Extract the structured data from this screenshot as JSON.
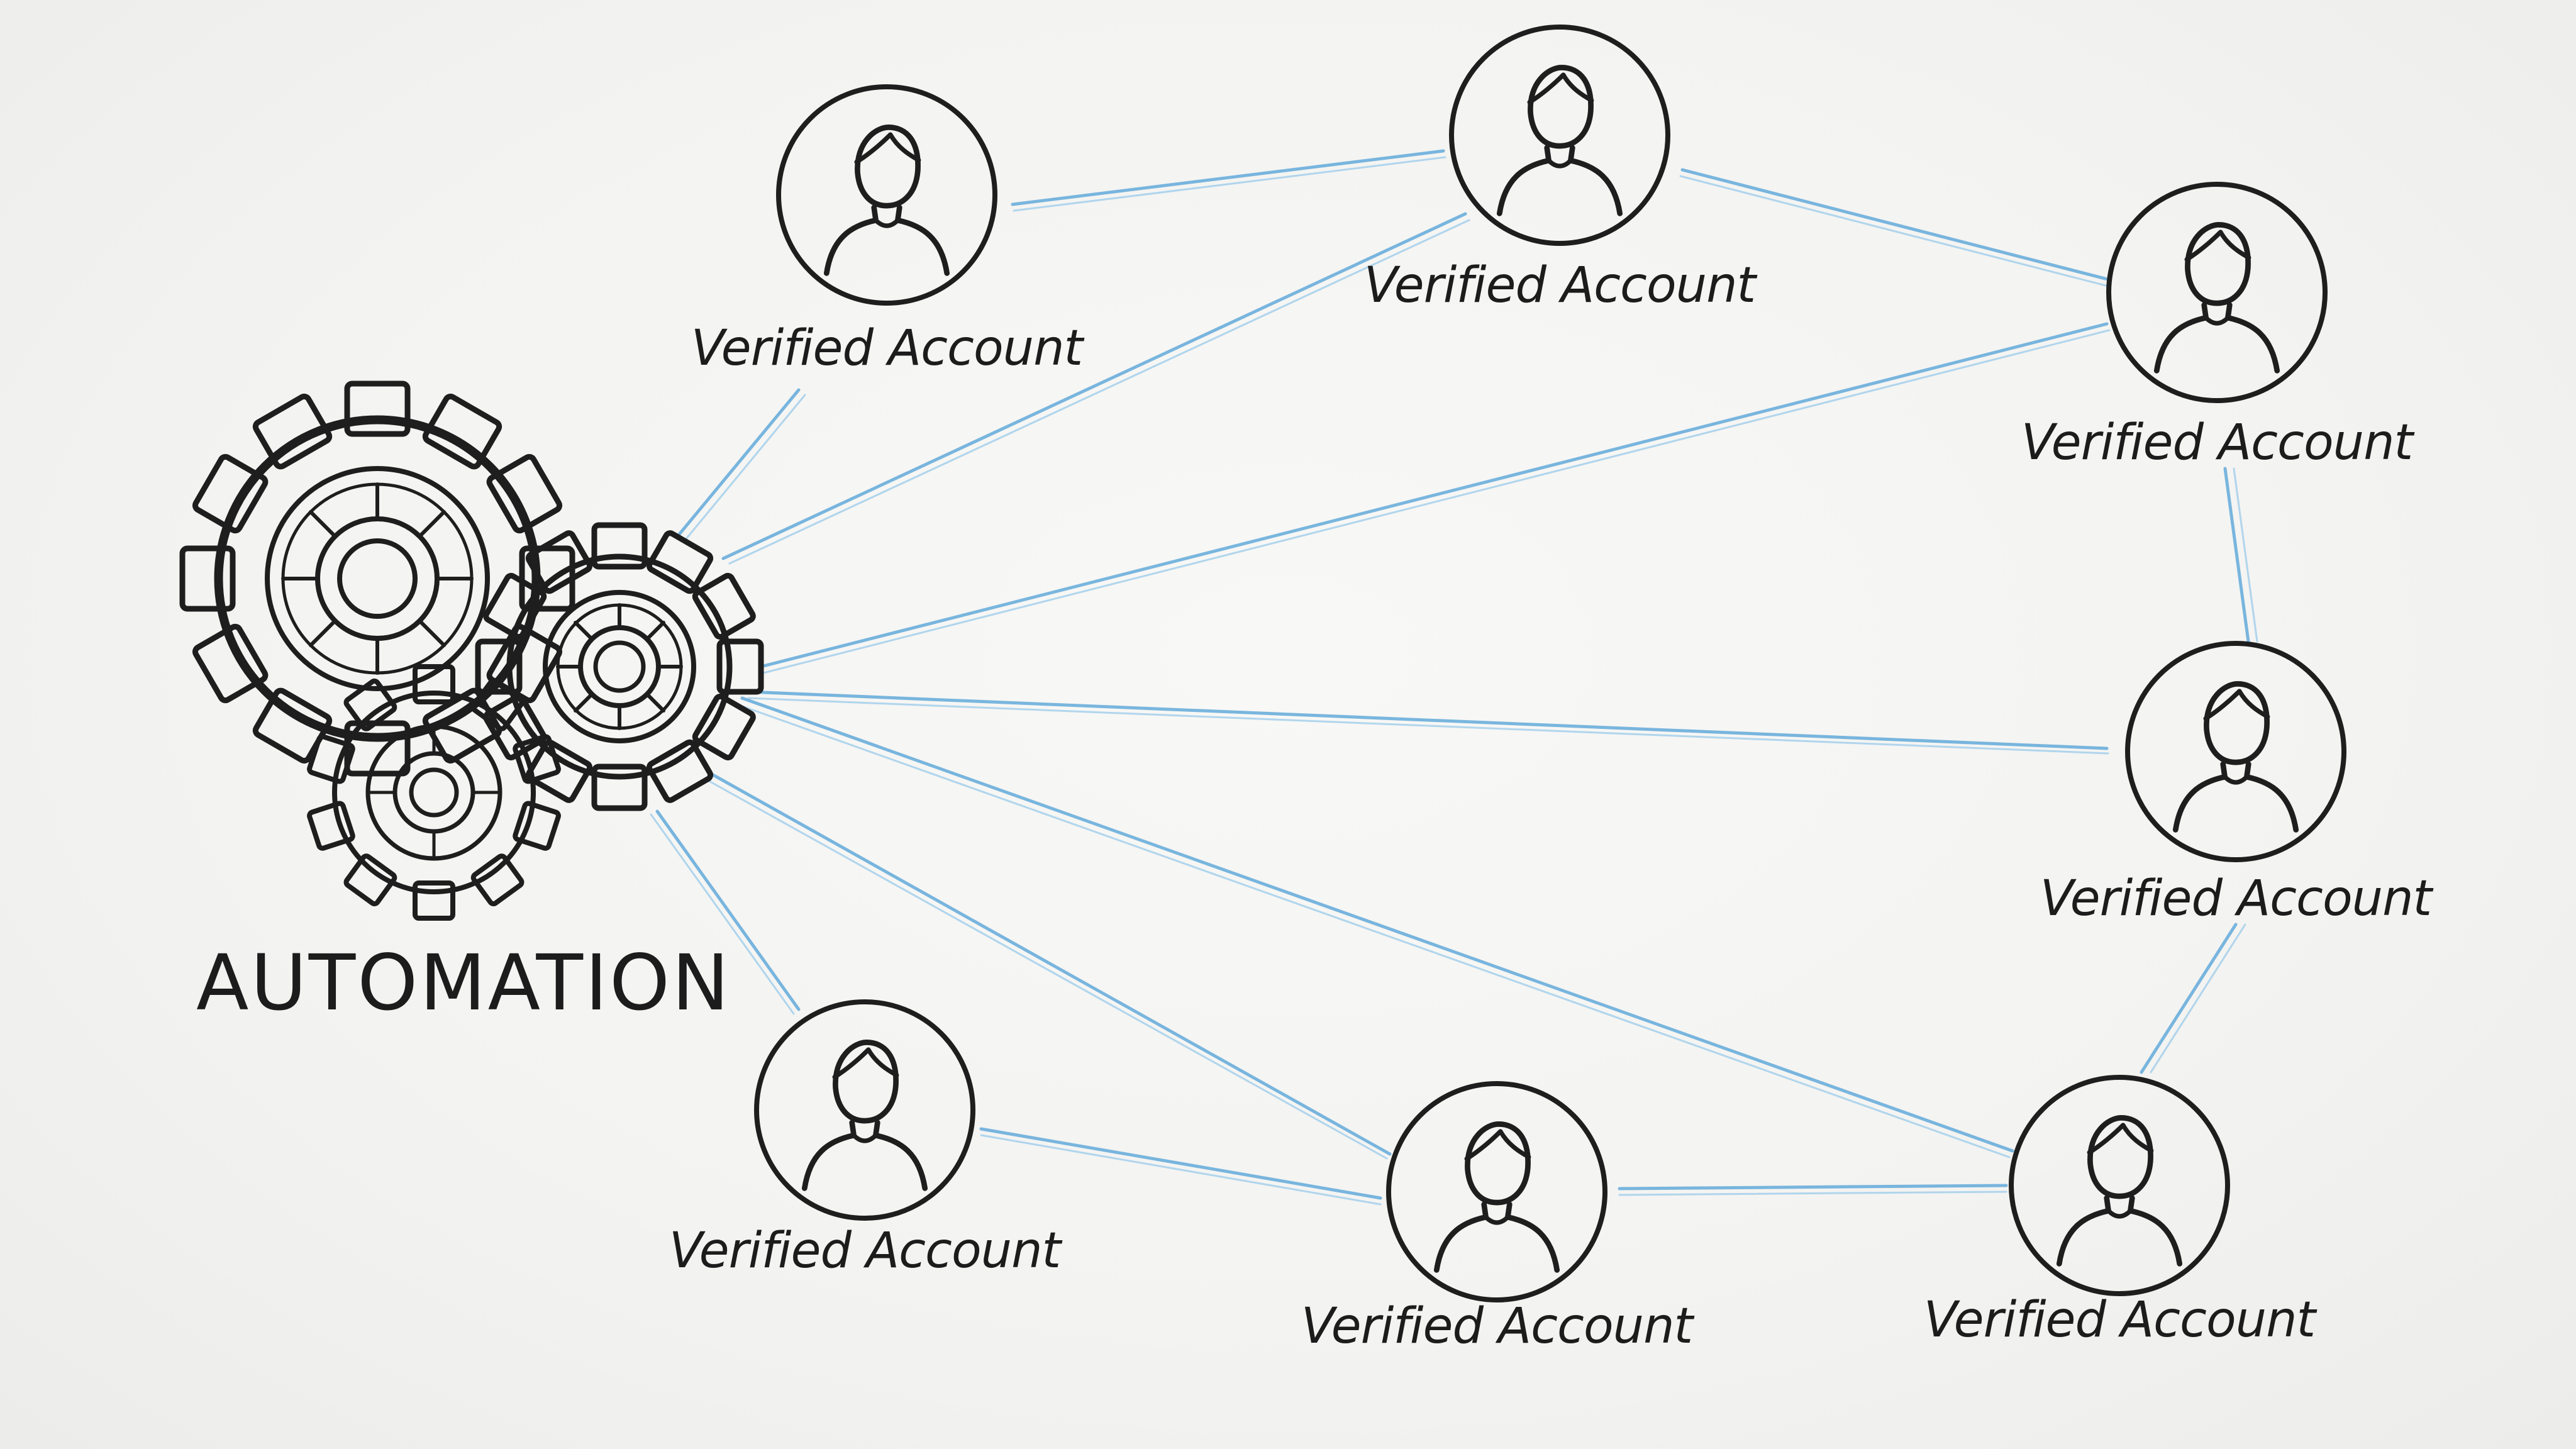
{
  "title": "AUTOMATION",
  "accounts": [
    {
      "label": "Verified Account"
    },
    {
      "label": "Verified Account"
    },
    {
      "label": "Verified Account"
    },
    {
      "label": "Verified Account"
    },
    {
      "label": "Verified Account"
    },
    {
      "label": "Verified Account"
    },
    {
      "label": "Verified Account"
    }
  ],
  "colors": {
    "connection": "#6aaedc",
    "ink": "#1e1e1e",
    "paper": "#f4f4f2"
  },
  "icons": {
    "hub": "gears-icon",
    "account": "user-icon"
  }
}
